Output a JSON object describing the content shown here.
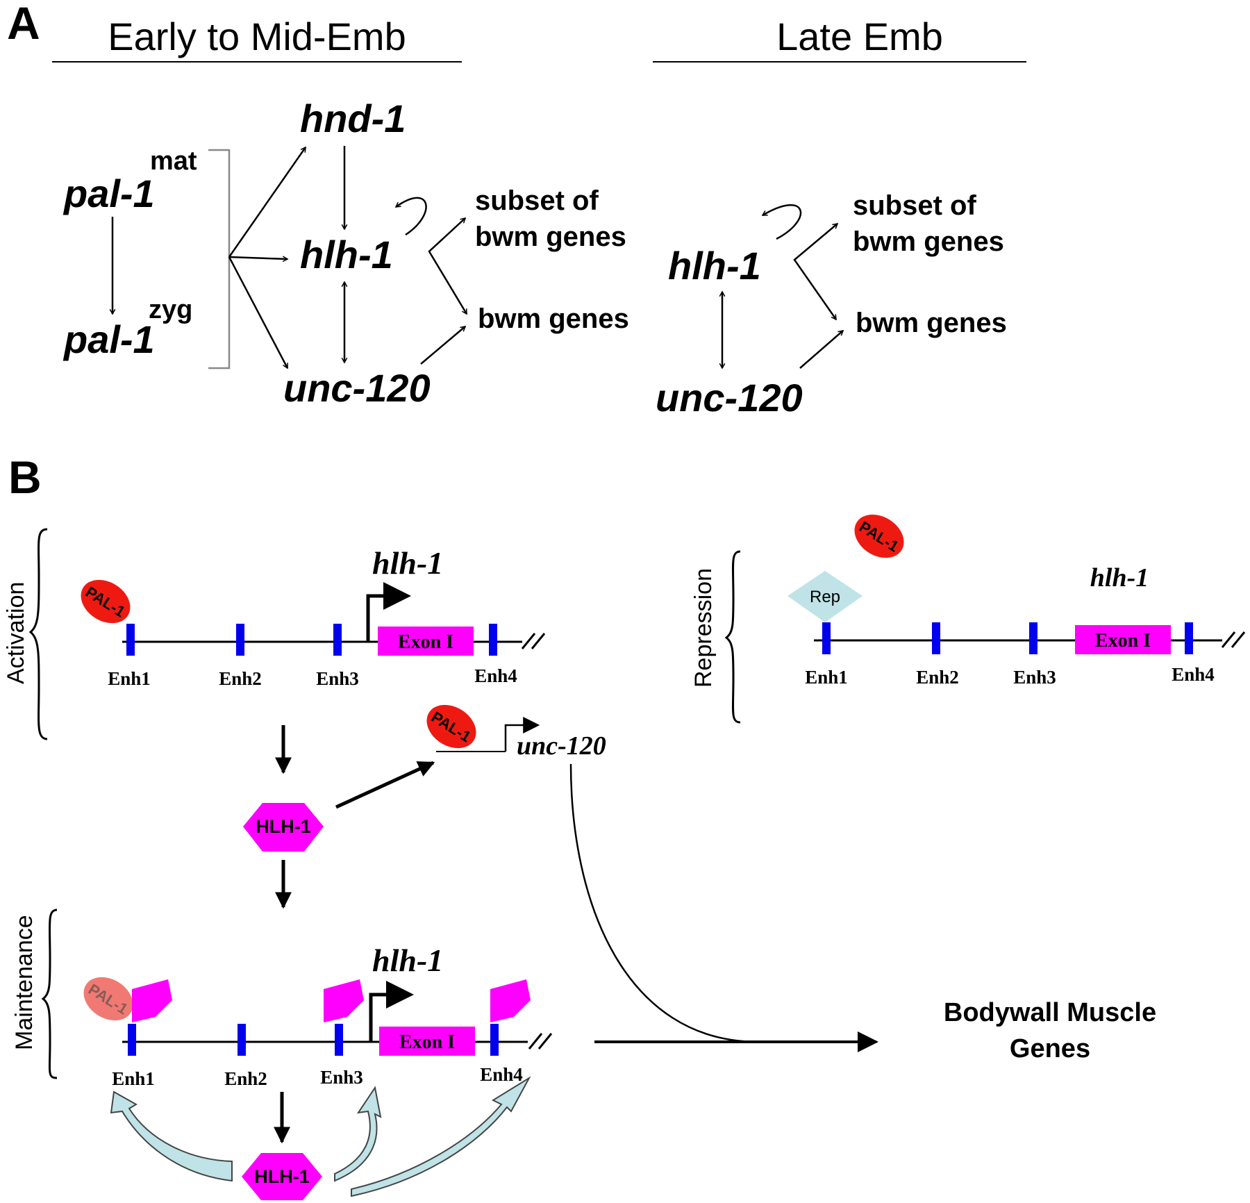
{
  "panel_a": {
    "label": "A",
    "early_title": "Early to Mid-Emb",
    "late_title": "Late Emb",
    "early": {
      "pal1_mat": "pal-1",
      "mat_sup": "mat",
      "pal1_zyg": "pal-1",
      "zyg_sup": "zyg",
      "hnd1": "hnd-1",
      "hlh1": "hlh-1",
      "unc120": "unc-120",
      "subset_line1": "subset of",
      "subset_line2": "bwm genes",
      "bwm": "bwm genes"
    },
    "late": {
      "hlh1": "hlh-1",
      "unc120": "unc-120",
      "subset_line1": "subset of",
      "subset_line2": "bwm genes",
      "bwm": "bwm genes"
    }
  },
  "panel_b": {
    "label": "B",
    "activation_label": "Activation",
    "repression_label": "Repression",
    "maintenance_label": "Maintenance",
    "gene_activation": "hlh-1",
    "gene_repression": "hlh-1",
    "gene_maintenance": "hlh-1",
    "exon": "Exon I",
    "enhancers": [
      "Enh1",
      "Enh2",
      "Enh3",
      "Enh4"
    ],
    "pal1": "PAL-1",
    "rep": "Rep",
    "hlh1_protein": "HLH-1",
    "unc120": "unc-120",
    "output_line1": "Bodywall Muscle",
    "output_line2": "Genes"
  },
  "colors": {
    "pal1": "#ee1a12",
    "pal1_faded": "#f07a73",
    "hlh1_protein": "#ff00ff",
    "exon": "#ff00ff",
    "enhancer": "#0000ee",
    "rep": "#bfe3e6",
    "feedback_arrow": "#bfe3e6"
  }
}
